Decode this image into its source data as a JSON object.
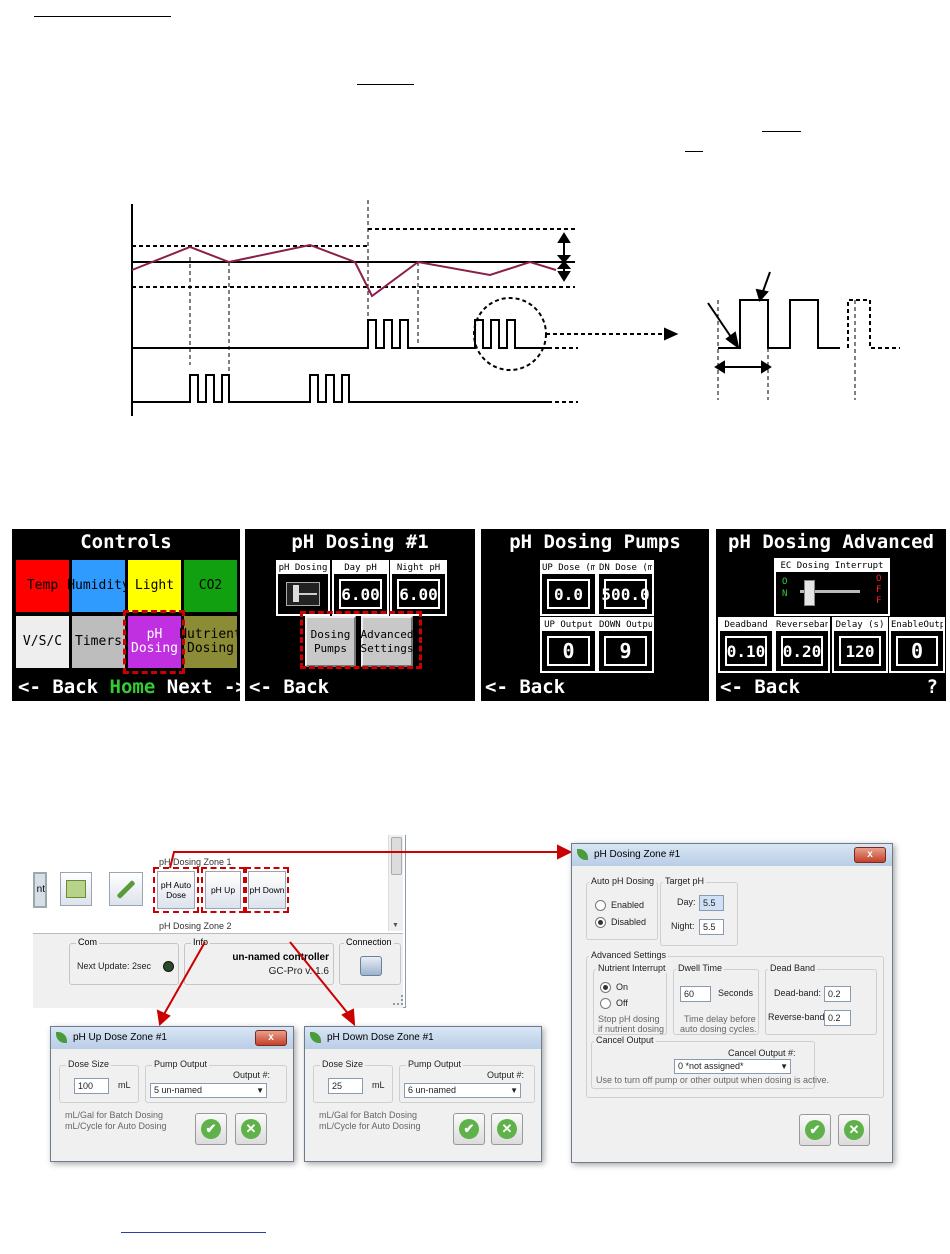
{
  "chart_data": {
    "type": "line",
    "title": "",
    "xlabel": "",
    "ylabel": "",
    "series": [],
    "x": [],
    "grid": false
  },
  "lcd": {
    "controls": {
      "title": "Controls",
      "tiles": [
        {
          "label": "Temp",
          "bg": "#ff0000",
          "fg": "#000000"
        },
        {
          "label": "Humidity",
          "bg": "#2f9bff",
          "fg": "#000000"
        },
        {
          "label": "Light",
          "bg": "#ffff00",
          "fg": "#000000"
        },
        {
          "label": "CO2",
          "bg": "#10a010",
          "fg": "#000000"
        },
        {
          "label": "V/S/C",
          "bg": "#eeeeee",
          "fg": "#000000"
        },
        {
          "label": "Timers",
          "bg": "#bdbdbd",
          "fg": "#000000"
        },
        {
          "label": "pH Dosing",
          "bg": "#c030e0",
          "fg": "#ffffff"
        },
        {
          "label": "Nutrient Dosing",
          "bg": "#8c8c36",
          "fg": "#000000"
        }
      ],
      "back": "<- Back",
      "home": "Home",
      "next": "Next ->"
    },
    "ph1": {
      "title": "pH Dosing #1",
      "toggle_label": "pH Dosing",
      "day_label": "Day pH",
      "day_value": "6.00",
      "night_label": "Night pH",
      "night_value": "6.00",
      "btn_pumps": "Dosing Pumps",
      "btn_advanced": "Advanced Settings",
      "back": "<- Back"
    },
    "pumps": {
      "title": "pH Dosing Pumps",
      "up_dose_label": "UP Dose (mL)",
      "up_dose": "0.0",
      "dn_dose_label": "DN Dose (mL)",
      "dn_dose": "500.0",
      "up_out_label": "UP Output",
      "up_out": "0",
      "down_out_label": "DOWN Output",
      "down_out": "9",
      "back": "<- Back"
    },
    "advanced": {
      "title": "pH Dosing Advanced",
      "interrupt_label": "EC Dosing Interrupt",
      "on_text": "ON",
      "off_text": "OFF",
      "deadband_label": "Deadband",
      "deadband": "0.10",
      "reverse_label": "Reverseband",
      "reverse": "0.20",
      "delay_label": "Delay (s)",
      "delay": "120",
      "enable_label": "EnableOutput",
      "enable": "0",
      "back": "<- Back",
      "help": "?"
    }
  },
  "app": {
    "zone1_label": "pH Dosing Zone 1",
    "zone2_label": "pH Dosing Zone 2",
    "btn_auto": "pH Auto Dose",
    "btn_up": "pH Up",
    "btn_down": "pH Down",
    "partial_btn": "nt",
    "com_label": "Com",
    "next_update": "Next Update: 2sec",
    "info_label": "Info",
    "controller_name": "un-named controller",
    "controller_version": "GC-Pro v. 1.6",
    "connection_label": "Connection"
  },
  "up_dialog": {
    "title": "pH Up Dose Zone #1",
    "close": "x",
    "dose_group": "Dose Size",
    "dose_value": "100",
    "unit": "mL",
    "pump_group": "Pump Output",
    "output_label": "Output #:",
    "output_value": "5 un-named",
    "note1": "mL/Gal for Batch Dosing",
    "note2": "mL/Cycle for Auto Dosing"
  },
  "down_dialog": {
    "title": "pH Down Dose Zone #1",
    "close": "x",
    "dose_group": "Dose Size",
    "dose_value": "25",
    "unit": "mL",
    "pump_group": "Pump Output",
    "output_label": "Output #:",
    "output_value": "6 un-named",
    "note1": "mL/Gal for Batch Dosing",
    "note2": "mL/Cycle for Auto Dosing"
  },
  "zone_dialog": {
    "title": "pH Dosing Zone #1",
    "close": "x",
    "auto_group": "Auto pH Dosing",
    "enabled": "Enabled",
    "disabled": "Disabled",
    "target_group": "Target pH",
    "day_label": "Day:",
    "day_value": "5.5",
    "night_label": "Night:",
    "night_value": "5.5",
    "advanced_group": "Advanced Settings",
    "interrupt_group": "Nutrient Interrupt",
    "on": "On",
    "off": "Off",
    "interrupt_note1": "Stop pH dosing",
    "interrupt_note2": "if nutrient dosing",
    "dwell_group": "Dwell Time",
    "dwell_value": "60",
    "dwell_unit": "Seconds",
    "dwell_note1": "Time delay before",
    "dwell_note2": "auto dosing cycles.",
    "dead_group": "Dead Band",
    "deadband_label": "Dead-band:",
    "deadband_value": "0.2",
    "reverse_label": "Reverse-band:",
    "reverse_value": "0.2",
    "cancel_group": "Cancel Output",
    "cancel_label": "Cancel Output #:",
    "cancel_value": "0 *not assigned*",
    "cancel_note": "Use to turn off pump or other output when dosing is active."
  },
  "colors": {
    "red": "#cc0000",
    "pink": "#8b1e4a",
    "green": "#33cc33"
  }
}
